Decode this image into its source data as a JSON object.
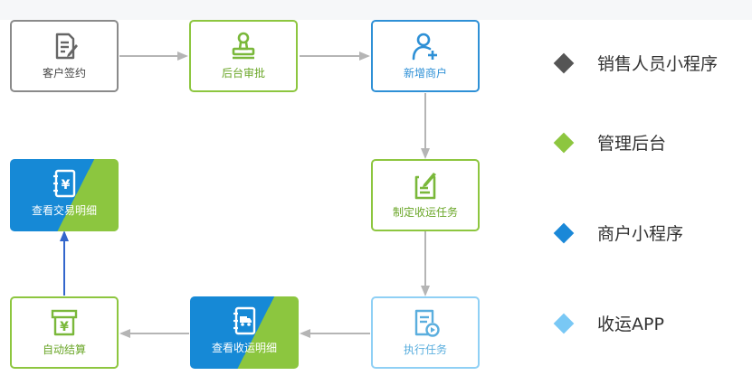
{
  "nodes": {
    "sign": {
      "label": "客户签约",
      "icon": "document-edit-icon"
    },
    "approve": {
      "label": "后台审批",
      "icon": "stamp-icon"
    },
    "merchant": {
      "label": "新增商户",
      "icon": "user-add-icon"
    },
    "task": {
      "label": "制定收运任务",
      "icon": "clipboard-edit-icon"
    },
    "execute": {
      "label": "执行任务",
      "icon": "play-document-icon"
    },
    "collect": {
      "label": "查看收运明细",
      "icon": "truck-notebook-icon"
    },
    "settle": {
      "label": "自动结算",
      "icon": "yuan-box-icon"
    },
    "transaction": {
      "label": "查看交易明细",
      "icon": "yuan-notebook-icon"
    }
  },
  "legend": [
    {
      "label": "销售人员小程序",
      "color": "#555555"
    },
    {
      "label": "管理后台",
      "color": "#8dc63f"
    },
    {
      "label": "商户小程序",
      "color": "#1a88d8"
    },
    {
      "label": "收运APP",
      "color": "#79c8f5"
    }
  ],
  "colors": {
    "arrow_gray": "#b5b5b5",
    "arrow_blue": "#3366cc"
  }
}
